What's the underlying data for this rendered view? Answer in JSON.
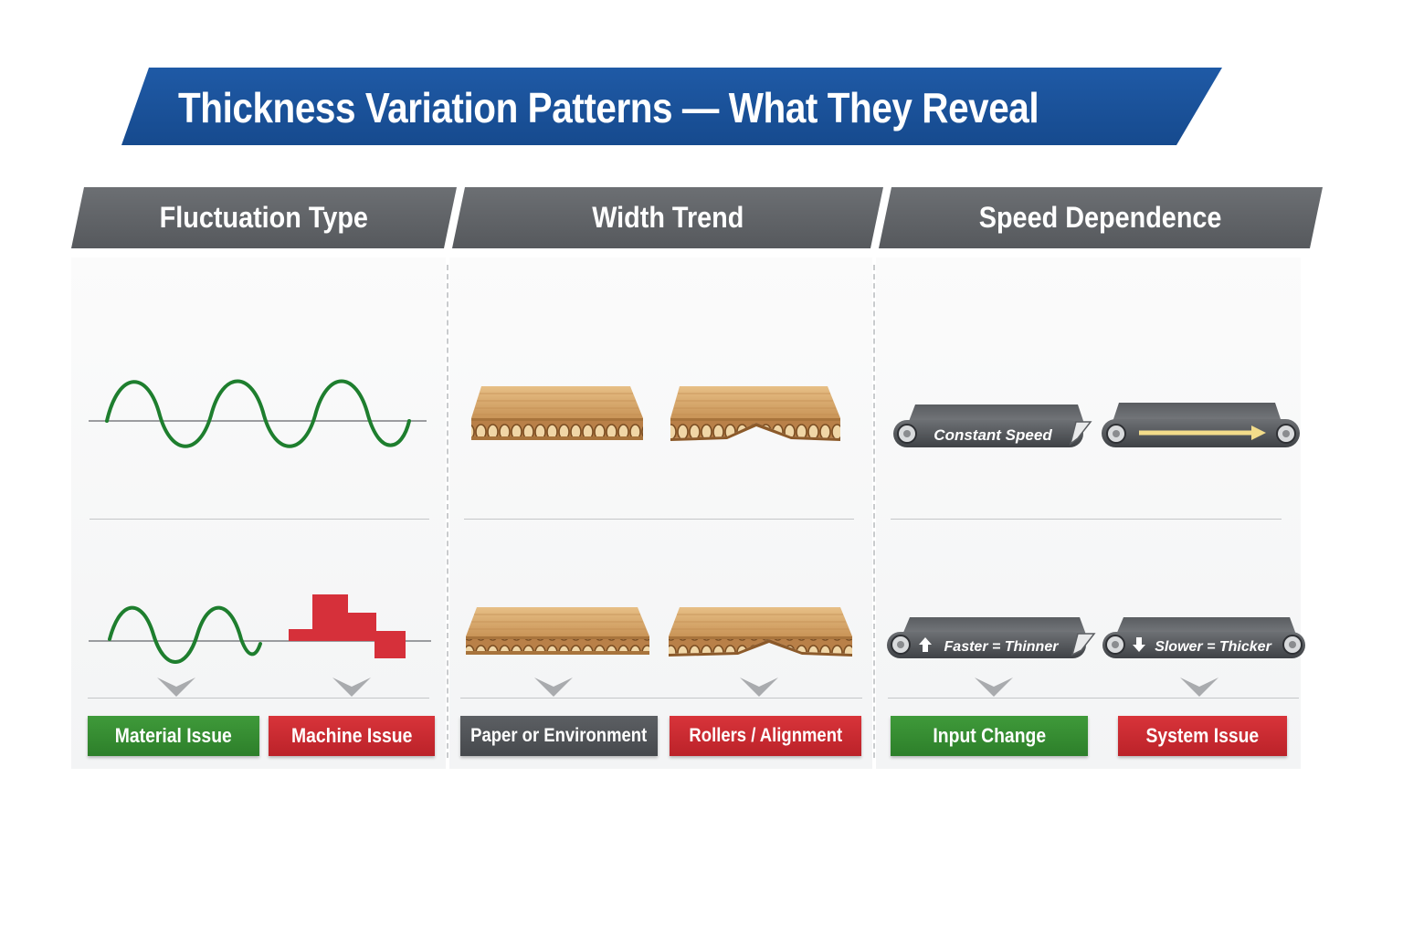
{
  "title": "Thickness Variation Patterns — What They Reveal",
  "columns": [
    {
      "header": "Fluctuation Type"
    },
    {
      "header": "Width Trend"
    },
    {
      "header": "Speed Dependence"
    }
  ],
  "conveyor_labels": {
    "constant": "Constant Speed",
    "faster": "Faster = Thinner",
    "slower": "Slower = Thicker"
  },
  "results": {
    "material": "Material Issue",
    "machine": "Machine Issue",
    "paper": "Paper or Environment",
    "rollers": "Rollers / Alignment",
    "input": "Input Change",
    "system": "System Issue"
  },
  "colors": {
    "banner": "#1a529a",
    "header": "#626569",
    "wave": "#1e7e2e",
    "step": "#d6303a",
    "board": "#d9a86c",
    "conveyor": "#4a4d51",
    "arrow": "#f3dc8a",
    "green_label": "#358c31",
    "red_label": "#c72a31",
    "gray_label": "#505357"
  },
  "icons": [
    "sine-wave-icon",
    "step-spike-icon",
    "corrugated-board-icon",
    "conveyor-belt-icon",
    "chevron-down-icon",
    "arrow-up-icon",
    "arrow-down-icon"
  ]
}
